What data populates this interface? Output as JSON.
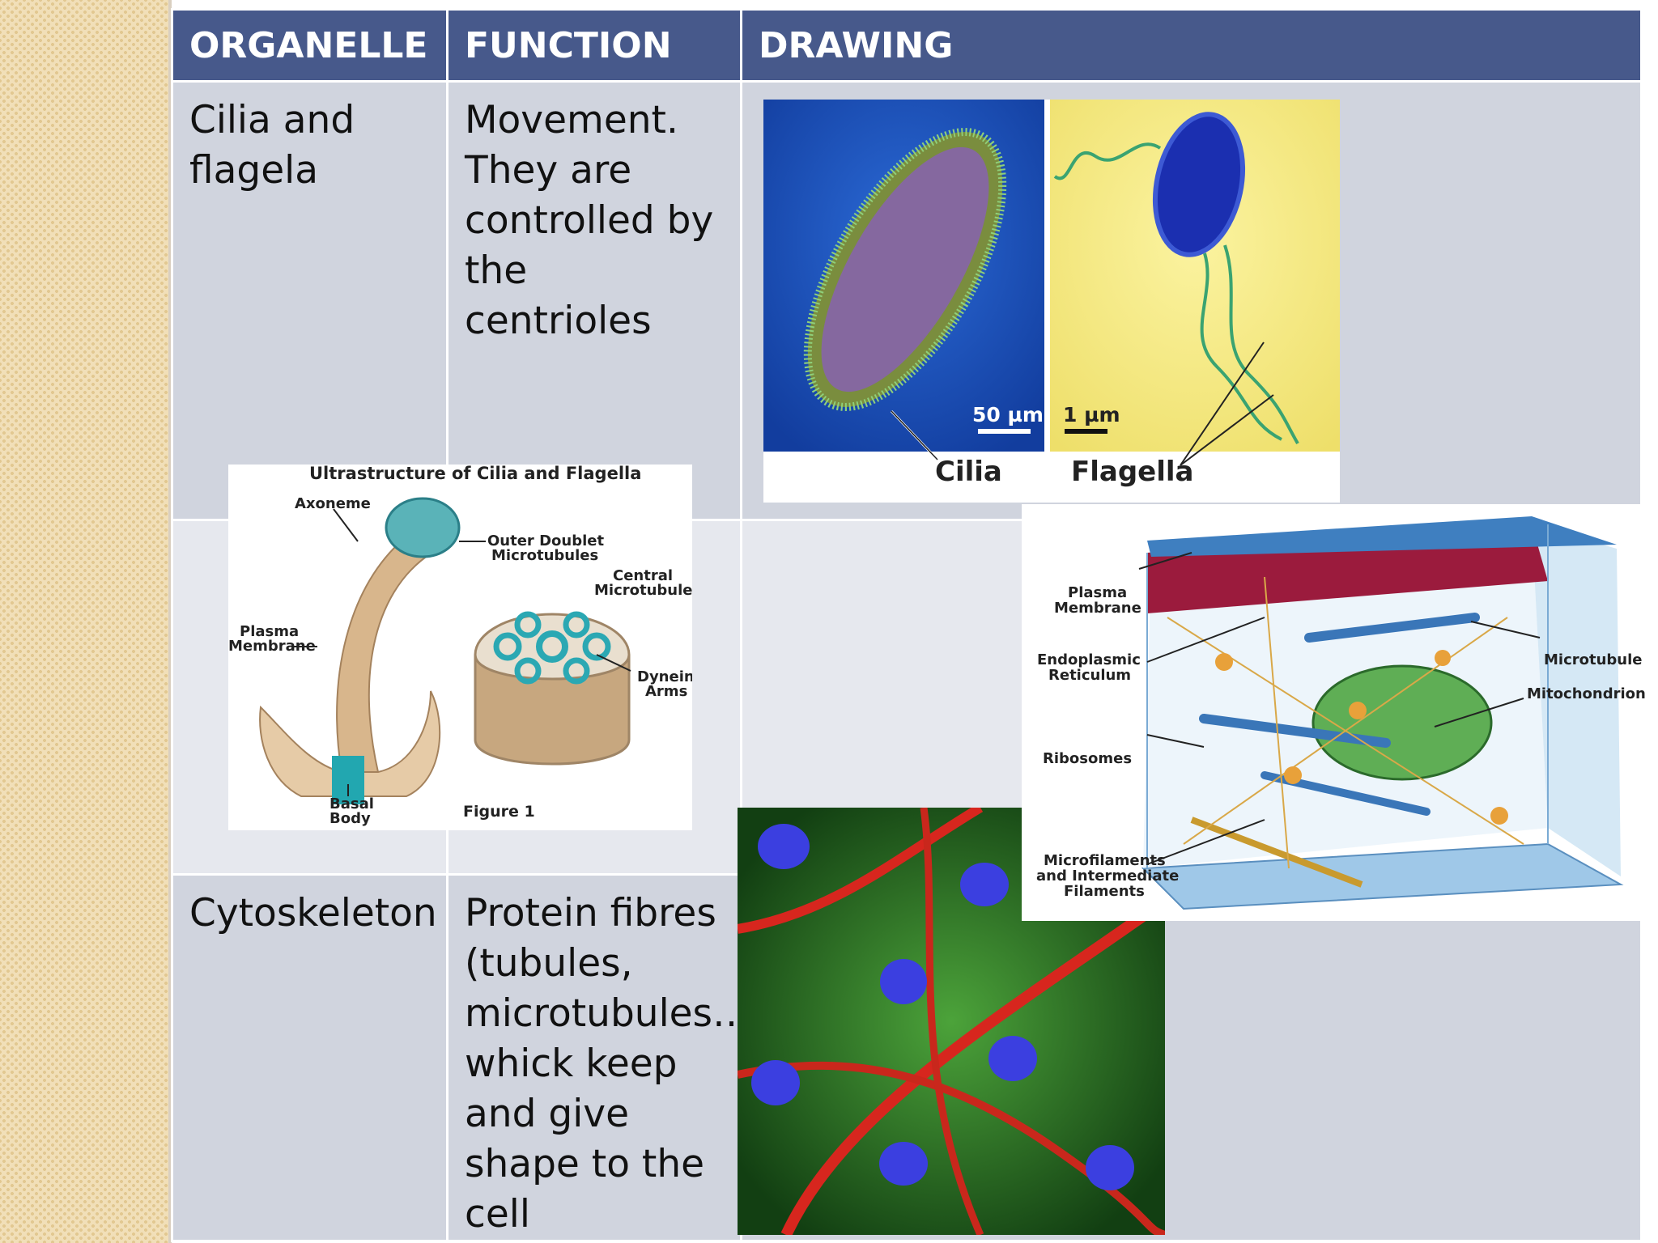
{
  "table": {
    "headers": [
      "ORGANELLE",
      "FUNCTION",
      "DRAWING"
    ],
    "rows": [
      {
        "organelle": "Cilia and flagela",
        "function": "Movement. They are controlled by the centrioles"
      },
      {
        "organelle": "",
        "function": ""
      },
      {
        "organelle": "Cytoskeleton",
        "function": "Protein fibres (tubules, microtubules…) whick keep and give shape to the cell"
      }
    ]
  },
  "figures": {
    "micrograph": {
      "scale_left": "50 µm",
      "scale_right": "1 µm",
      "label_left": "Cilia",
      "label_right": "Flagella"
    },
    "ultrastructure": {
      "title": "Ultrastructure of Cilia and Flagella",
      "labels": {
        "axoneme": "Axoneme",
        "outer_doublet_1": "Outer Doublet",
        "outer_doublet_2": "Microtubules",
        "central_1": "Central",
        "central_2": "Microtubules",
        "plasma_1": "Plasma",
        "plasma_2": "Membrane",
        "dynein_1": "Dynein",
        "dynein_2": "Arms",
        "basal_1": "Basal",
        "basal_2": "Body",
        "figure": "Figure 1"
      }
    },
    "cytoskeleton_diagram": {
      "labels": {
        "plasma_1": "Plasma",
        "plasma_2": "Membrane",
        "er_1": "Endoplasmic",
        "er_2": "Reticulum",
        "ribosomes": "Ribosomes",
        "microfil_1": "Microfilaments",
        "microfil_2": "and Intermediate",
        "microfil_3": "Filaments",
        "microtubule": "Microtubule",
        "mitochondrion": "Mitochondrion"
      }
    }
  },
  "colors": {
    "header_bg": "#47598b",
    "row_bg": "#d0d4de",
    "row_alt_bg": "#e6e8ee"
  }
}
